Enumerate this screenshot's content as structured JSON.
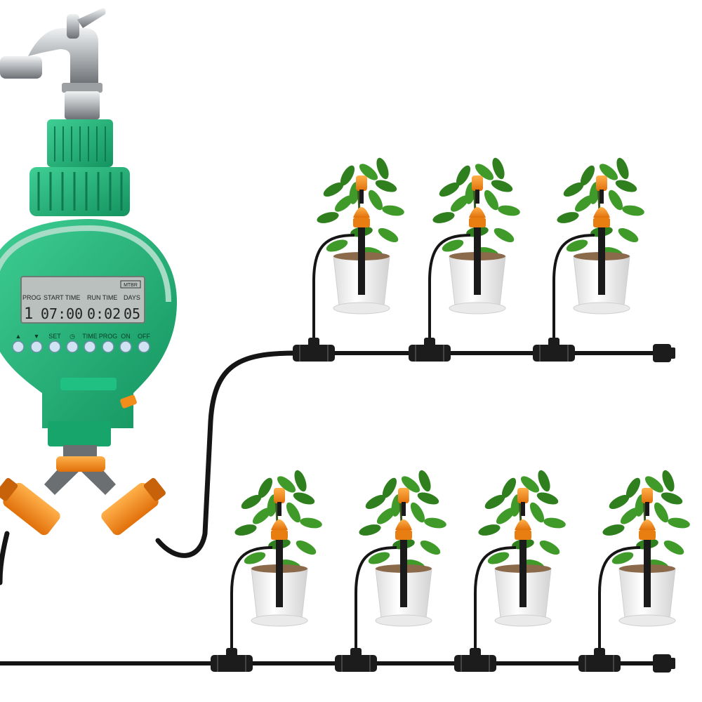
{
  "timer": {
    "badge": "MTBR",
    "lcd_headers": {
      "prog": "PROG",
      "start_time": "START TIME",
      "run_time": "RUN TIME",
      "days": "DAYS"
    },
    "lcd_values": {
      "prog": "1",
      "start_time": "07:00",
      "run_time": "0:02",
      "days": "05"
    },
    "button_labels": [
      "▲",
      "▼",
      "SET",
      "◷",
      "TIME",
      "PROG",
      "ON",
      "OFF"
    ]
  },
  "colors": {
    "timer_green": "#1fb37a",
    "timer_green_dark": "#138a5c",
    "connector_orange": "#f28c1b",
    "hose_black": "#151515",
    "pot_white": "#f4f4f4",
    "leaf_green": "#3f9a2a",
    "lcd": "#b9c0bd"
  },
  "icons": [
    "tap-icon",
    "clock-icon",
    "arrow-up-icon",
    "arrow-down-icon"
  ]
}
